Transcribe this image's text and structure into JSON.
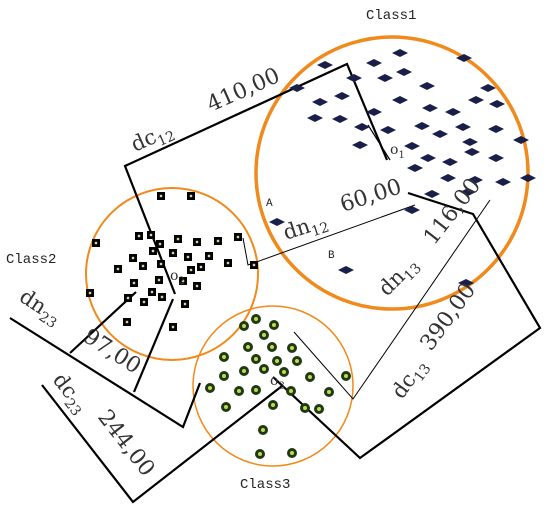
{
  "diagram": {
    "classes": [
      {
        "id": "class1",
        "label": "Class1",
        "center_label": "o",
        "center_sub": "1"
      },
      {
        "id": "class2",
        "label": "Class2",
        "center_label": "o",
        "center_sub": "2"
      },
      {
        "id": "class3",
        "label": "Class3",
        "center_label": "o",
        "center_sub": "3"
      }
    ],
    "points": {
      "a": "A",
      "b": "B"
    },
    "distances": {
      "dc12": {
        "label": "dc",
        "sub": "12",
        "value": "410,00"
      },
      "dn12": {
        "label": "dn",
        "sub": "12",
        "value": "60,00"
      },
      "dn13": {
        "label": "dn",
        "sub": "13",
        "value": "116,00"
      },
      "dc13": {
        "label": "dc",
        "sub": "13",
        "value": "390,00"
      },
      "dn23": {
        "label": "dn",
        "sub": "23",
        "value": "97,00"
      },
      "dc23": {
        "label": "dc",
        "sub": "23",
        "value": "244,00"
      }
    },
    "colors": {
      "circle": "#f08a1c",
      "class1_marker": "#1a1f4a",
      "class2_marker": "#000000",
      "class3_marker": "#1e3a14",
      "class3_dot": "#c8d84a",
      "line": "#000000",
      "text": "#333333"
    }
  }
}
